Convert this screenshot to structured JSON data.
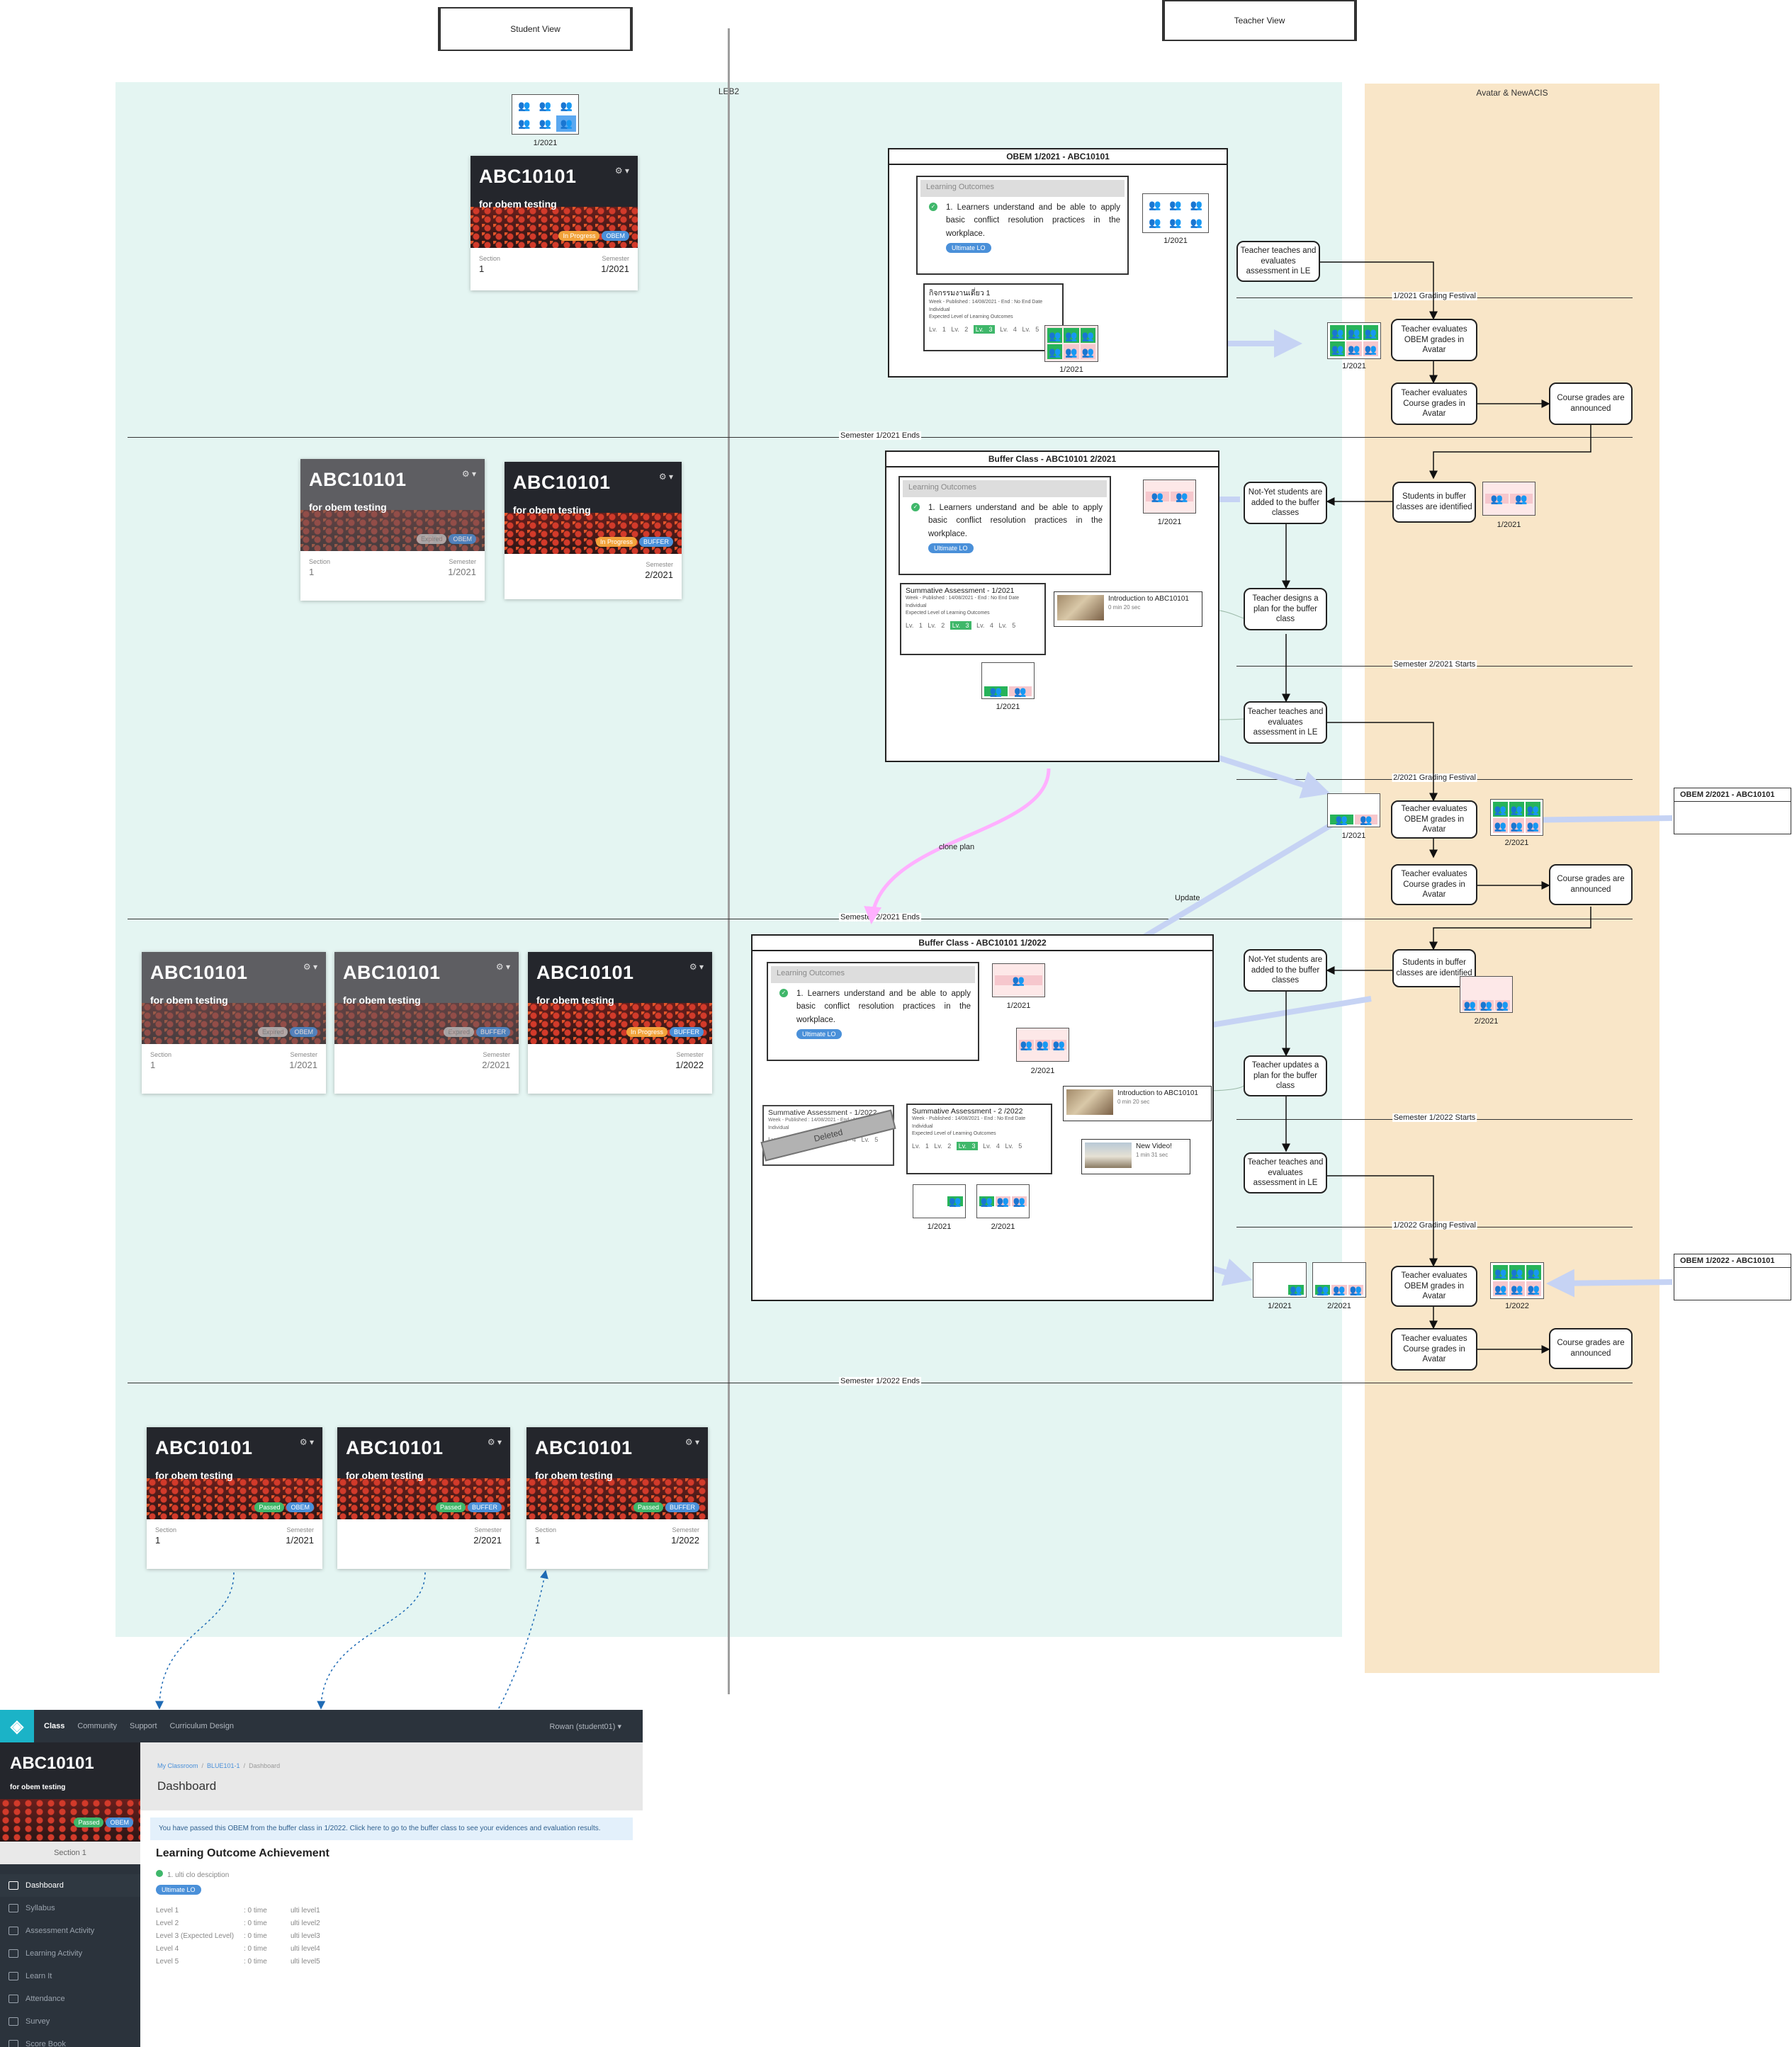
{
  "views": {
    "student": "Student View",
    "teacher": "Teacher View"
  },
  "zones": {
    "leb2": "LEB2",
    "avatar": "Avatar & NewACIS"
  },
  "dividers": {
    "sem1_2021_ends": "Semester 1/2021 Ends",
    "sem2_2021_ends": "Semester 2/2021 Ends",
    "sem1_2022_ends": "Semester 1/2022 Ends",
    "grading_1_2021": "1/2021 Grading Festival",
    "sem2_2021_starts": "Semester 2/2021 Starts",
    "grading_2_2021": "2/2021 Grading Festival",
    "sem1_2022_starts": "Semester 1/2022 Starts",
    "grading_1_2022": "1/2022 Grading Festival"
  },
  "frames": {
    "obem": "OBEM 1/2021 - ABC10101",
    "buffer1": "Buffer Class - ABC10101    2/2021",
    "buffer2": "Buffer Class - ABC10101    1/2022"
  },
  "lo": {
    "heading": "Learning Outcomes",
    "text": "1. Learners understand and be able to apply basic conflict resolution practices in the workplace.",
    "tag": "Ultimate LO"
  },
  "assessments": {
    "thai_title": "กิจกรรมงานเดี่ยว 1",
    "summ_1_2021": "Summative Assessment - 1/2021",
    "summ_1_2022": "Summative Assessment - 1/2022",
    "summ_2_2022": "Summative Assessment - 2 /2022",
    "meta1": "Week -   Published : 14/08/2021 - End : No End Date",
    "meta2": "Individual",
    "meta3": "Expected Level of Learning Outcomes",
    "levels": [
      "Lv. 1",
      "Lv. 2",
      "Lv. 3",
      "Lv. 4",
      "Lv. 5"
    ],
    "deleted": "Deleted"
  },
  "videos": {
    "intro_title": "Introduction to ABC10101",
    "intro_dur": "0 min 20 sec",
    "new_title": "New Video!",
    "new_dur": "1 min 31 sec"
  },
  "proc": {
    "teach1": "Teacher teaches and evaluates assessment in LE",
    "eval_obem": "Teacher evaluates OBEM grades in Avatar",
    "eval_course": "Teacher evaluates Course grades in Avatar",
    "announced": "Course grades are announced",
    "notyet": "Not-Yet students are added to the buffer classes",
    "identified": "Students in buffer classes are identified",
    "designs": "Teacher designs a plan for the buffer class",
    "updates": "Teacher updates a plan for the buffer class"
  },
  "ext": {
    "obem_2_2021": "OBEM 2/2021 - ABC10101",
    "obem_1_2022": "OBEM 1/2022 - ABC10101"
  },
  "caps": {
    "s1_2021": "1/2021",
    "s2_2021": "2/2021",
    "s1_2022": "1/2022"
  },
  "arrows": {
    "clone": "clone plan",
    "update": "Update"
  },
  "card": {
    "code": "ABC10101",
    "sub": "for obem testing",
    "section_label": "Section",
    "semester_label": "Semester",
    "section": "1",
    "badges": {
      "progress": "In Progress",
      "expired": "Expired",
      "obem": "OBEM",
      "buffer": "BUFFER",
      "passed": "Passed"
    }
  },
  "app": {
    "nav": [
      "Class",
      "Community",
      "Support",
      "Curriculum Design"
    ],
    "user": "Rowan (student01)",
    "course_code": "ABC10101",
    "course_sub": "for obem testing",
    "section": "Section 1",
    "menu": [
      "Dashboard",
      "Syllabus",
      "Assessment Activity",
      "Learning Activity",
      "Learn It",
      "Attendance",
      "Survey",
      "Score Book"
    ],
    "crumbs": [
      "My Classroom",
      "BLUE101-1",
      "Dashboard"
    ],
    "title": "Dashboard",
    "note": "You have passed this OBEM from the buffer class in 1/2022. Click here to go to the buffer class to see your evidences and evaluation results.",
    "section_title": "Learning Outcome Achievement",
    "lo_item": "1. ulti clo desciption",
    "levels": [
      [
        "Level 1",
        ": 0 time",
        "ulti level1"
      ],
      [
        "Level 2",
        ": 0 time",
        "ulti level2"
      ],
      [
        "Level 3 (Expected Level)",
        ": 0 time",
        "ulti level3"
      ],
      [
        "Level 4",
        ": 0 time",
        "ulti level4"
      ],
      [
        "Level 5",
        ": 0 time",
        "ulti level5"
      ]
    ]
  }
}
